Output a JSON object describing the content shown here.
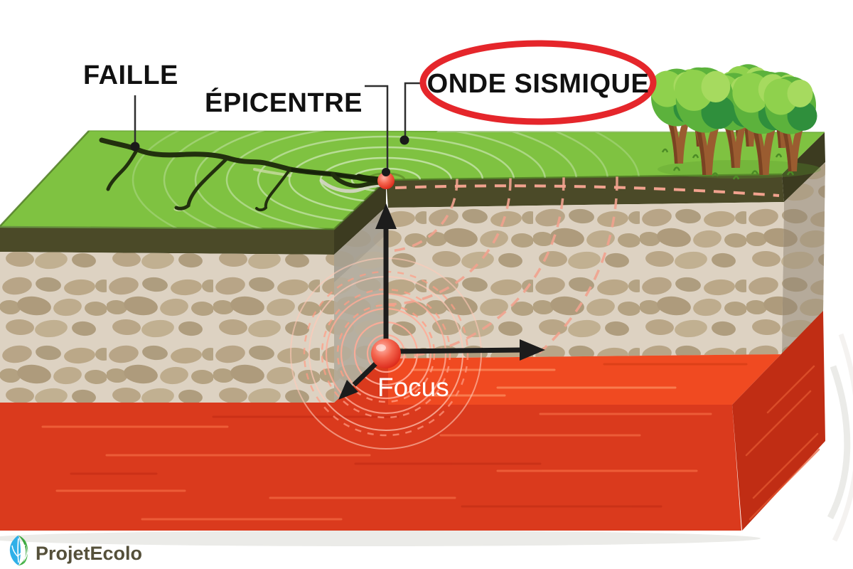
{
  "labels": {
    "fault": "FAILLE",
    "epicenter": "ÉPICENTRE",
    "seismic_wave": "ONDE SISMIQUE",
    "focus": "Focus"
  },
  "logo": {
    "text": "ProjetEcolo"
  },
  "colors": {
    "grass": "#7fc241",
    "grass_edge": "#517d26",
    "soil": "#4b4a28",
    "soil_side": "#3c3b20",
    "rock": "#ddd2c2",
    "rock_side": "#cbbfae",
    "pebble": "#b6a384",
    "fault_plane": "#b6afa1",
    "mantle_top": "#f04a21",
    "mantle_front": "#da3a1d",
    "mantle_side": "#c02d14",
    "surface_wave_ring": "#ffffff",
    "body_wave_dash": "#f1a28e",
    "focus_ring": "#ffab97",
    "focus_red": "#ee3524",
    "accent_red": "#e5262b",
    "label_text": "#111111",
    "leader": "#2e2e2e",
    "focus_text": "#ffffff",
    "logo_text": "#55503a",
    "leaf_blue": "#2fb0e8",
    "leaf_green": "#46b749"
  }
}
